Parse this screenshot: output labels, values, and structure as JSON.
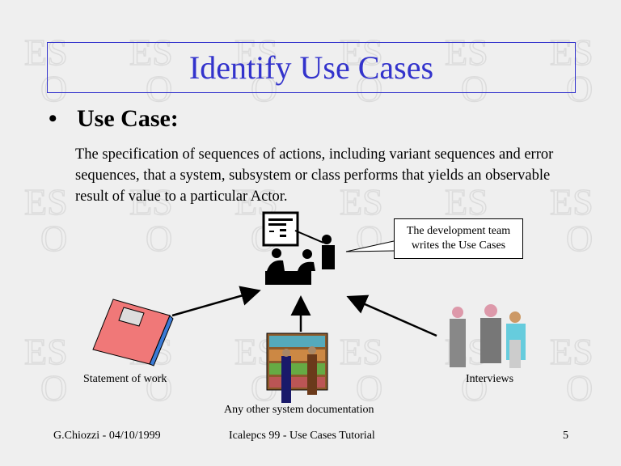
{
  "slide": {
    "title": "Identify Use Cases",
    "bullet": "•",
    "heading": "Use Case:",
    "body": "The specification of sequences of actions, including variant sequences and error sequences, that a system, subsystem or class performs that yields an observable result of value to a particular Actor.",
    "callout": "The development team writes the Use Cases",
    "labels": {
      "statement": "Statement of work",
      "documentation": "Any other system documentation",
      "interviews": "Interviews"
    },
    "watermark": "ESO"
  },
  "footer": {
    "author_date": "G.Chiozzi - 04/10/1999",
    "event": "Icalepcs 99 - Use Cases Tutorial",
    "page": "5"
  },
  "colors": {
    "accent": "#3333cc",
    "background": "#efefef"
  }
}
